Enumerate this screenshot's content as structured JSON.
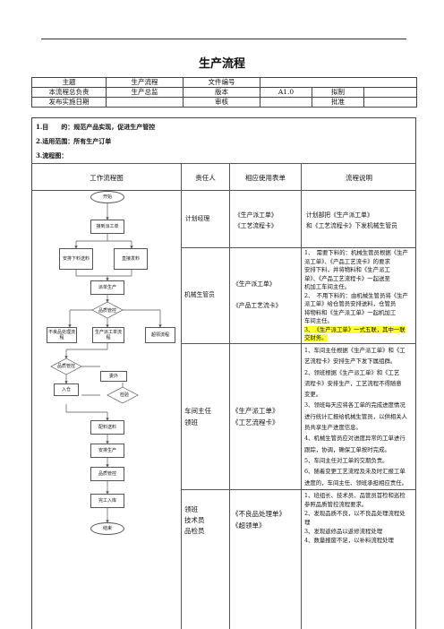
{
  "title": "生产流程",
  "header": {
    "r1": [
      "主题",
      "生产流程",
      "文件编号",
      ""
    ],
    "r2": [
      "本流程总负责",
      "生产总监",
      "版本",
      "A1.0",
      "拟制",
      ""
    ],
    "r3": [
      "发布实施日期",
      "",
      "审核",
      "",
      "批准",
      ""
    ]
  },
  "intro": {
    "purpose": "1.目　　的：规范产品实现，促进生产管控",
    "scope": "2.适用范围：所有生产订单",
    "chart": "3.流程图："
  },
  "columns": {
    "flow": "工作流程图",
    "owner": "责任人",
    "forms": "相应使用表单",
    "desc": "流程说明"
  },
  "flow": {
    "start": "开始",
    "receive": "接到派工单",
    "arrange": "安排下料送料",
    "direct": "直接发料",
    "dispatch": "派单生产",
    "qc1": "品质管控",
    "defect": "不良品处理流程",
    "ticket": "生产派工单流程",
    "overdue": "超领流程",
    "qc2": "品质管控",
    "abnormal": "委外",
    "warehouse": "入仓",
    "inspect": "检验",
    "deliver": "配料送料",
    "produce": "安排生产",
    "qc3": "品质管控",
    "done": "完工入库",
    "end": "结束"
  },
  "rows": [
    {
      "owner": "计划经理",
      "forms": [
        "《生产派工单》",
        "《工艺流程卡》"
      ],
      "desc": [
        "计划部把《生产派工单》",
        "和《工艺流程卡》下发机械生管员"
      ]
    },
    {
      "owner": "机械生管员",
      "forms": [
        "《生产派工单》",
        "《产品工艺流卡》"
      ],
      "desc": [
        "1、　需要下料的：机械生管员根据《生产",
        "派工单》、《产品工艺流卡》的要求",
        "安排下料，并将物料和《生产派工",
        "单》、《产品工艺流程卡》一起送至",
        "机加工车间主任。",
        "2、　不用下料的：由机械生管员将《生产",
        "派工单》给仓管员安排送料，仓管员",
        "将物料和《生产派工单》一起机加工",
        "车间主任。",
        "3、　《生产派工单》一式五联，其中一联",
        "交财务。"
      ]
    },
    {
      "owner": "车间主任\n领班",
      "forms": [
        "《生产派工单》",
        "《工艺流程卡》"
      ],
      "desc": [
        "1、车间主任根据《生产派工单》和《工",
        "艺流程卡》安排生产下发下属组群。",
        "2、领班根据《生产派工单》和《工艺",
        "流程卡》安排生产，工艺流程不得随意",
        "变更。",
        "3、领班每天应将各工单的完成进度情况",
        "进行统计汇报给机械生管员，以供相关人",
        "员共享生产进度信息。",
        "4、机械生管员应对进度异常的工单进行",
        "跟踪，协调，确保工单按时完成。",
        "5、车间主任对工单的交期负责。",
        "6、随着变更工艺流程及未及时汇报工单",
        "进度的，车间主任、领班承担相应责任。"
      ]
    },
    {
      "owner": "领班\n技术员\n品检员",
      "forms": [
        "《不良品处理单》",
        "《超领单》"
      ],
      "desc": [
        "1、班组长、技术员、品管员首检和巡检",
        "参照品质管控流程要求。",
        "2、发现品质不良，以不良品处理流程处",
        "理",
        "3、发现返修品以返修流程处理",
        "4、数量报废不足，以补料流程处理"
      ]
    }
  ]
}
